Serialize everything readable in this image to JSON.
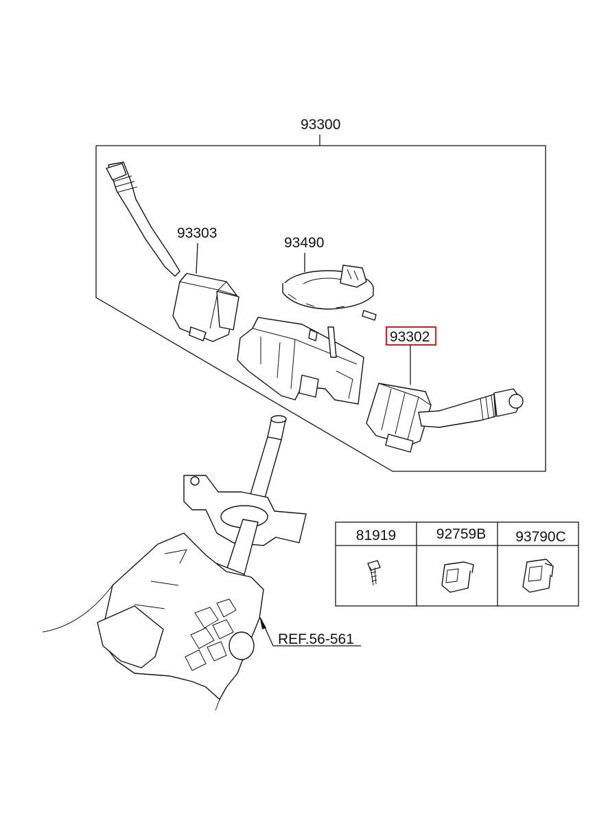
{
  "labels": {
    "assembly": "93300",
    "left_switch": "93303",
    "clock_spring": "93490",
    "right_switch": "93302",
    "reference": "REF.56-561"
  },
  "highlight_color": "#e8191c",
  "parts_table": {
    "headers": [
      "81919",
      "92759B",
      "93790C"
    ],
    "icons": [
      "bolt-icon",
      "connector-icon",
      "switch-icon"
    ]
  }
}
